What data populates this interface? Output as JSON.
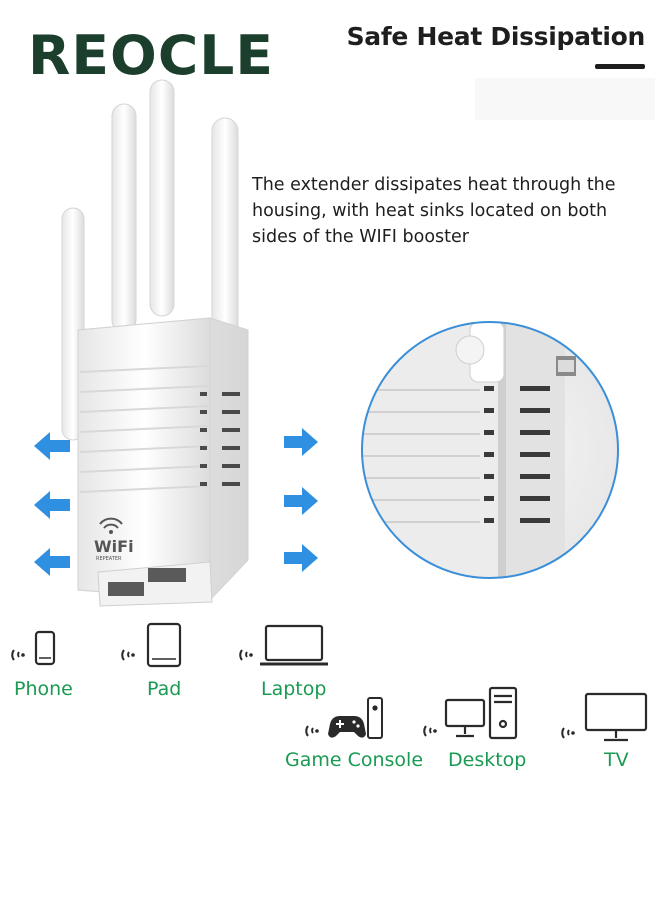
{
  "brand": {
    "logo_text": "REOCLE",
    "color": "#1b3f2c"
  },
  "heading": "Safe Heat Dissipation",
  "description": "The extender dissipates heat through the housing, with heat sinks located on both sides of the WIFI booster",
  "product": {
    "badge_top": "WiFi",
    "badge_bottom": "REPEATER"
  },
  "colors": {
    "accent_green": "#1a9a52",
    "arrow_blue": "#2f8fe0",
    "circle_blue": "#3a8fd8"
  },
  "devices": [
    {
      "label": "Phone",
      "icon": "phone-icon"
    },
    {
      "label": "Pad",
      "icon": "tablet-icon"
    },
    {
      "label": "Laptop",
      "icon": "laptop-icon"
    },
    {
      "label": "Game Console",
      "icon": "gamepad-icon"
    },
    {
      "label": "Desktop",
      "icon": "desktop-icon"
    },
    {
      "label": "TV",
      "icon": "tv-icon"
    }
  ]
}
